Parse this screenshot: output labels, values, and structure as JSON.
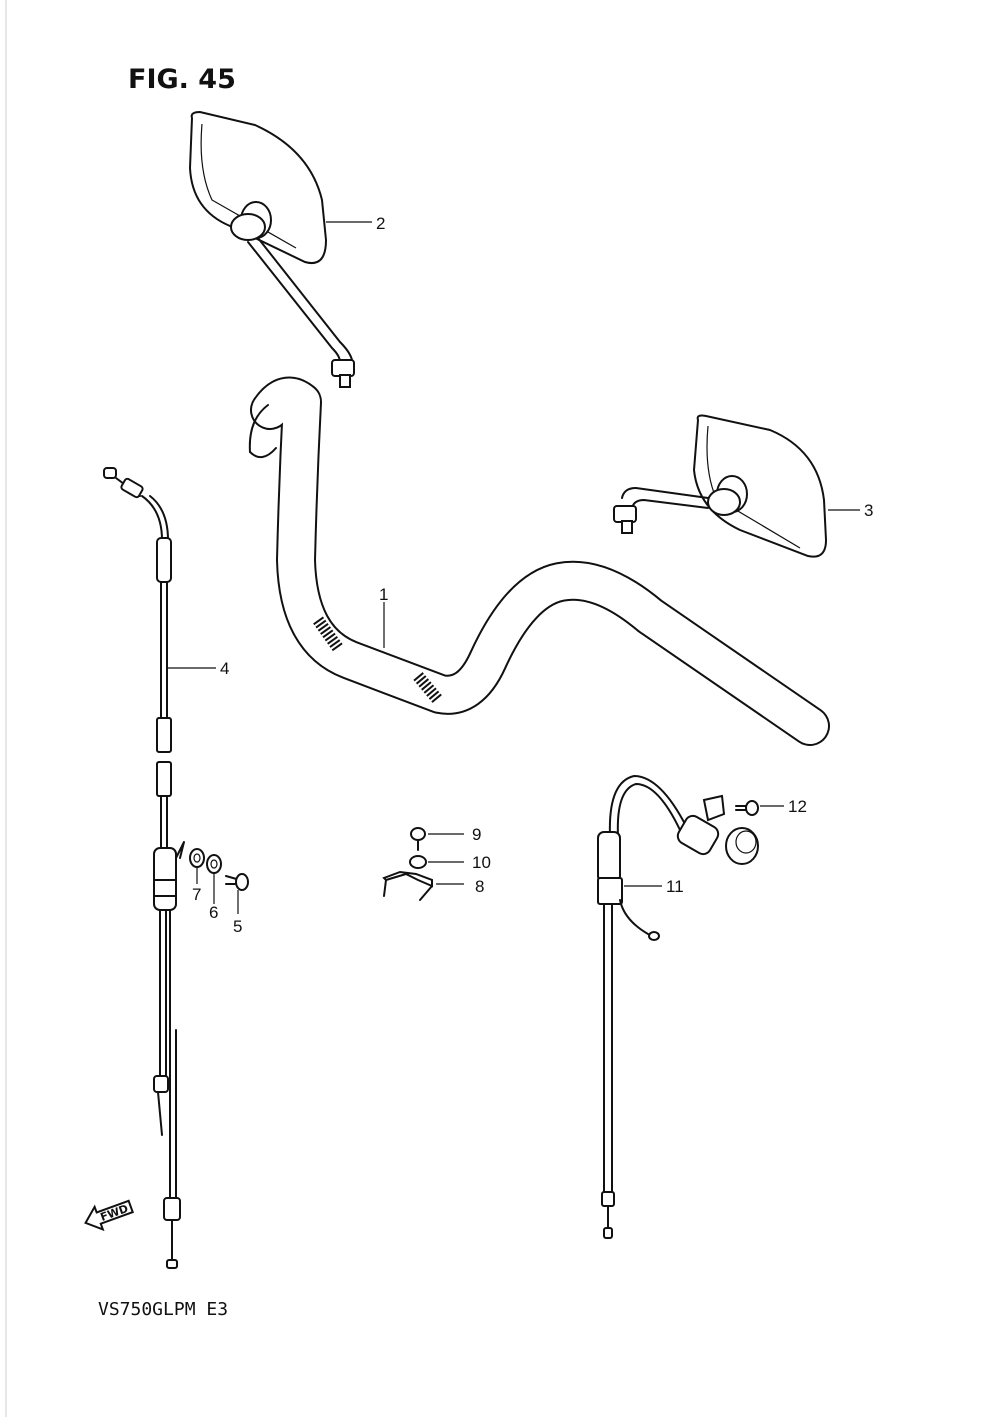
{
  "figure": {
    "title": "FIG. 45",
    "model_code": "VS750GLPM  E3",
    "direction_label": "FWD"
  },
  "callouts": [
    "1",
    "2",
    "3",
    "4",
    "5",
    "6",
    "7",
    "8",
    "9",
    "10",
    "11",
    "12"
  ]
}
